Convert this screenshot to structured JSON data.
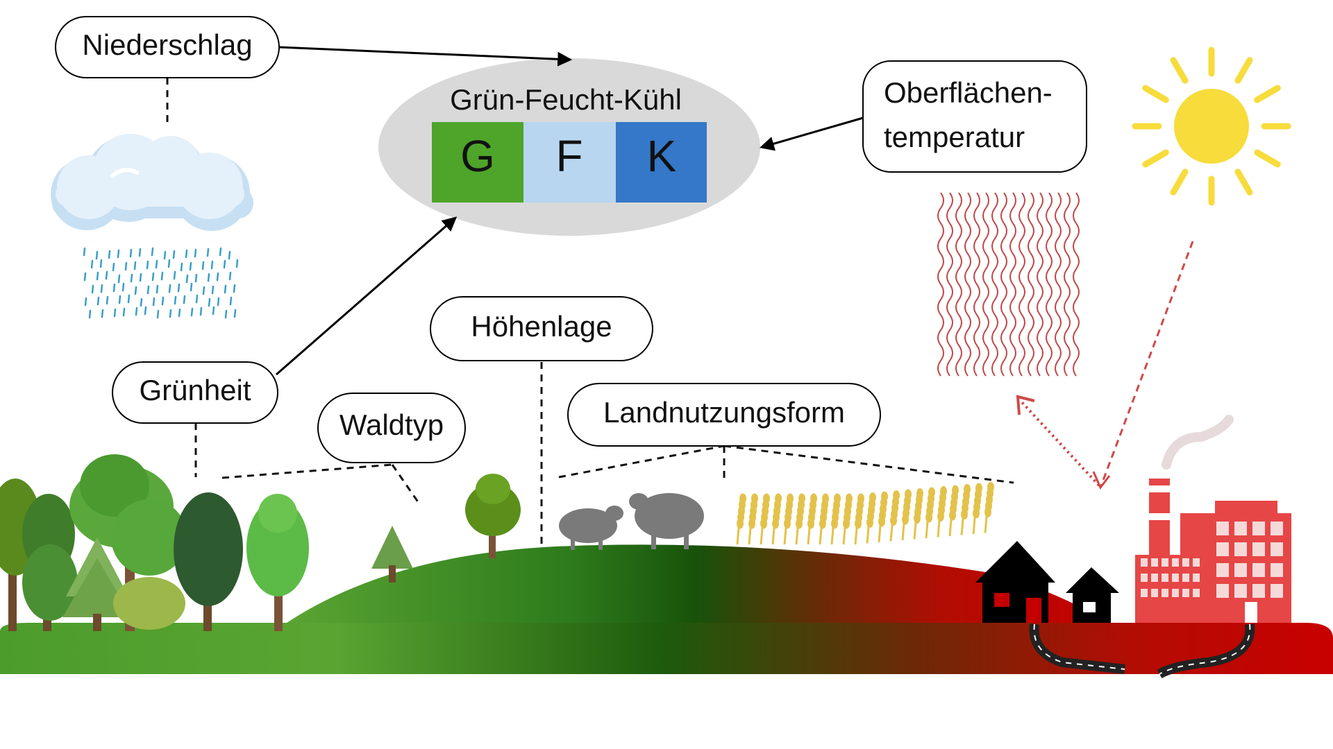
{
  "center": {
    "title": "Grün-Feucht-Kühl",
    "cells": [
      {
        "letter": "G",
        "color": "#4ea52a"
      },
      {
        "letter": "F",
        "color": "#b8d6f0"
      },
      {
        "letter": "K",
        "color": "#3577c8"
      }
    ]
  },
  "labels": {
    "niederschlag": "Niederschlag",
    "oberflaechen_line1": "Oberflächen-",
    "oberflaechen_line2": "temperatur",
    "gruenheit": "Grünheit",
    "hoehenlage": "Höhenlage",
    "waldtyp": "Waldtyp",
    "landnutzung": "Landnutzungsform"
  },
  "colors": {
    "ellipse": "#d9d9d9",
    "sun": "#f7dc3c",
    "rain": "#3a9ec8",
    "heat_waves": "#c0494a",
    "land_green": "#4f9a2c",
    "land_dark": "#1f5a0a",
    "land_red": "#c00000",
    "factory": "#e64646"
  }
}
